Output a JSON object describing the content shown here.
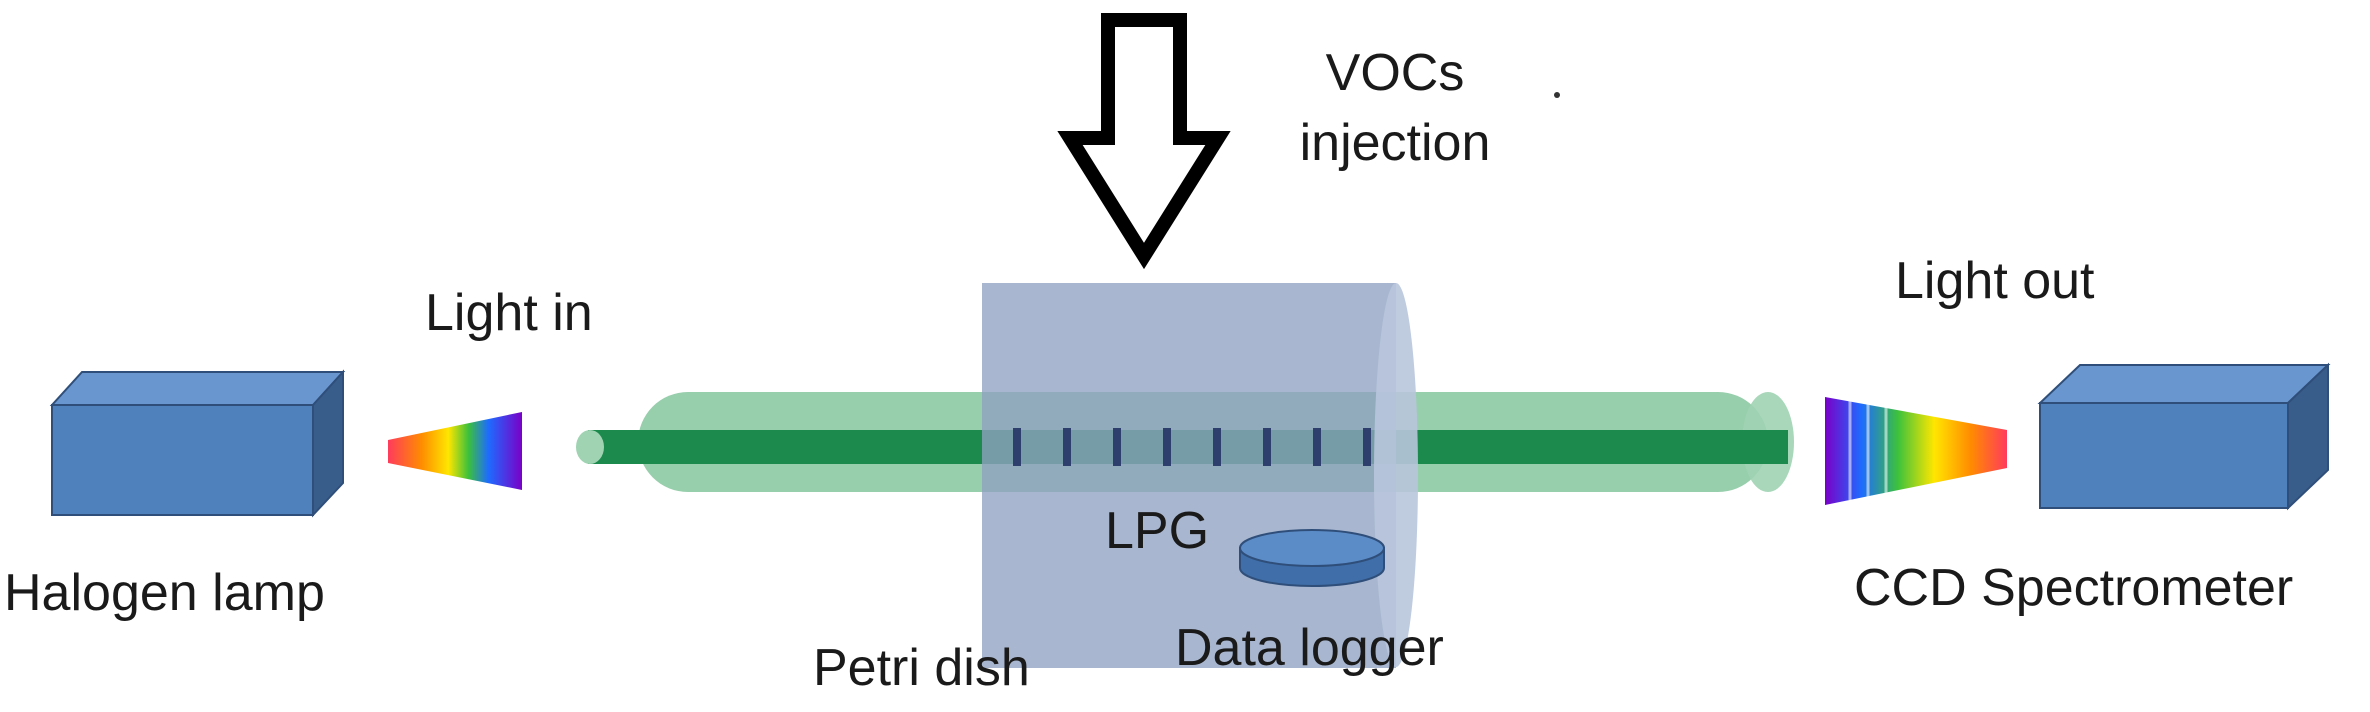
{
  "labels": {
    "vocs_line1": "VOCs",
    "vocs_line2": "injection",
    "light_in": "Light in",
    "light_out": "Light out",
    "halogen_lamp": "Halogen lamp",
    "ccd_spectrometer": "CCD Spectrometer",
    "lpg": "LPG",
    "petri_dish": "Petri dish",
    "data_logger": "Data logger"
  },
  "colors": {
    "box_front": "#4F81BD",
    "box_top": "#6A96CF",
    "box_side": "#385D8A",
    "fiber_core": "#1B8A4C",
    "fiber_tube": "#8CC9A3",
    "chamber": "#8FA2C2",
    "grating_marks": "#2E3F6E",
    "logger": "#4F81BD",
    "arrow_stroke": "#000000"
  },
  "icons": {
    "injection_arrow": "down-arrow-outline-icon",
    "spectrum_in": "spectrum-wedge-icon",
    "spectrum_out": "spectrum-wedge-icon"
  }
}
